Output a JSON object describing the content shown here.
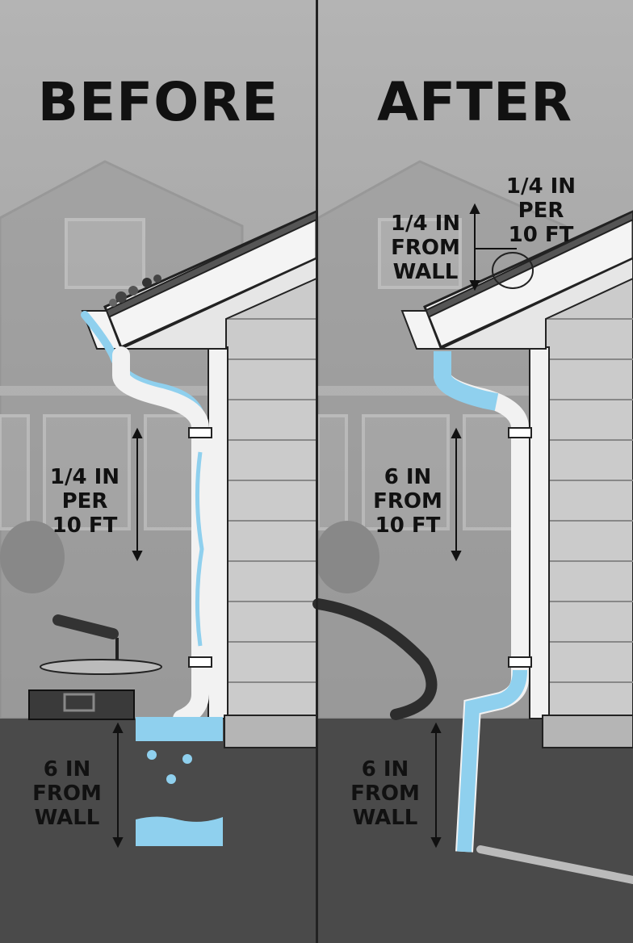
{
  "before": {
    "title": "BEFORE",
    "slope_label": [
      "1/4 IN",
      "PER",
      "10 FT"
    ],
    "extension_label": [
      "6 IN",
      "FROM",
      "WALL"
    ]
  },
  "after": {
    "title": "AFTER",
    "gap_label": [
      "1/4 IN",
      "FROM",
      "WALL"
    ],
    "slope_label": [
      "1/4 IN",
      "PER",
      "10 FT"
    ],
    "downspout_label": [
      "6 IN",
      "FROM",
      "10 FT"
    ],
    "extension_label": [
      "6 IN",
      "FROM",
      "WALL"
    ]
  },
  "colors": {
    "water": "#8fd0ee",
    "ground": "#4a4a4a",
    "sky": "#a9a9a9",
    "siding": "#c9c9c9"
  }
}
